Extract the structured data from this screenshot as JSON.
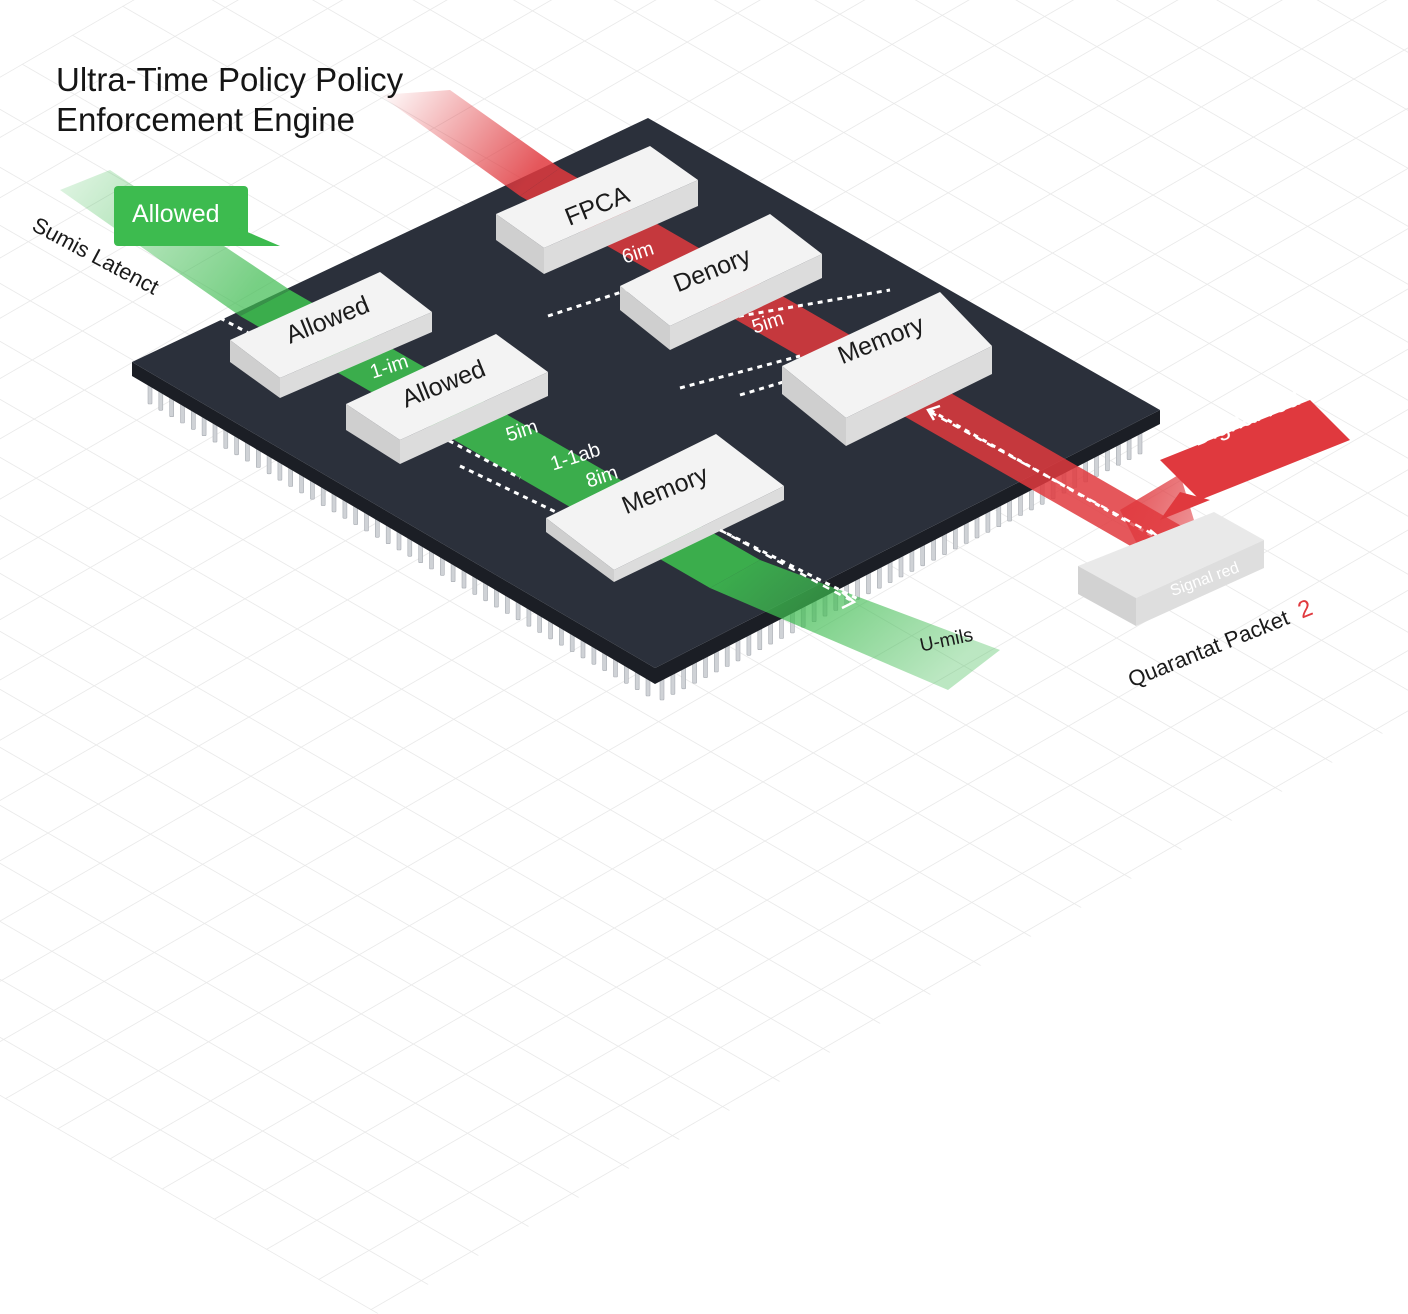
{
  "title": {
    "line1": "Ultra-Time Policy Policy",
    "line2": "Enforcement Engine"
  },
  "side_label": "Sumis Latenct",
  "callouts": {
    "allowed": "Allowed",
    "signal": "Dignal red"
  },
  "blocks": {
    "fpca": "FPCA",
    "denory": "Denory",
    "memory_red": "Memory",
    "allowed_1": "Allowed",
    "allowed_2": "Allowed",
    "memory_green": "Memory"
  },
  "lane_labels": {
    "red_1": "6im",
    "red_2": "5im",
    "green_1": "1-im",
    "green_2": "5im",
    "green_3": "1-1ab",
    "green_4": "8im"
  },
  "exit_label": "U-mils",
  "quarantine": {
    "box_label": "Signal red",
    "caption": "Quarantat Packet",
    "count": "2"
  },
  "colors": {
    "allowed": "#3dbb4f",
    "denied": "#e0393e",
    "chip": "#2b303b",
    "block": "#ececec"
  }
}
